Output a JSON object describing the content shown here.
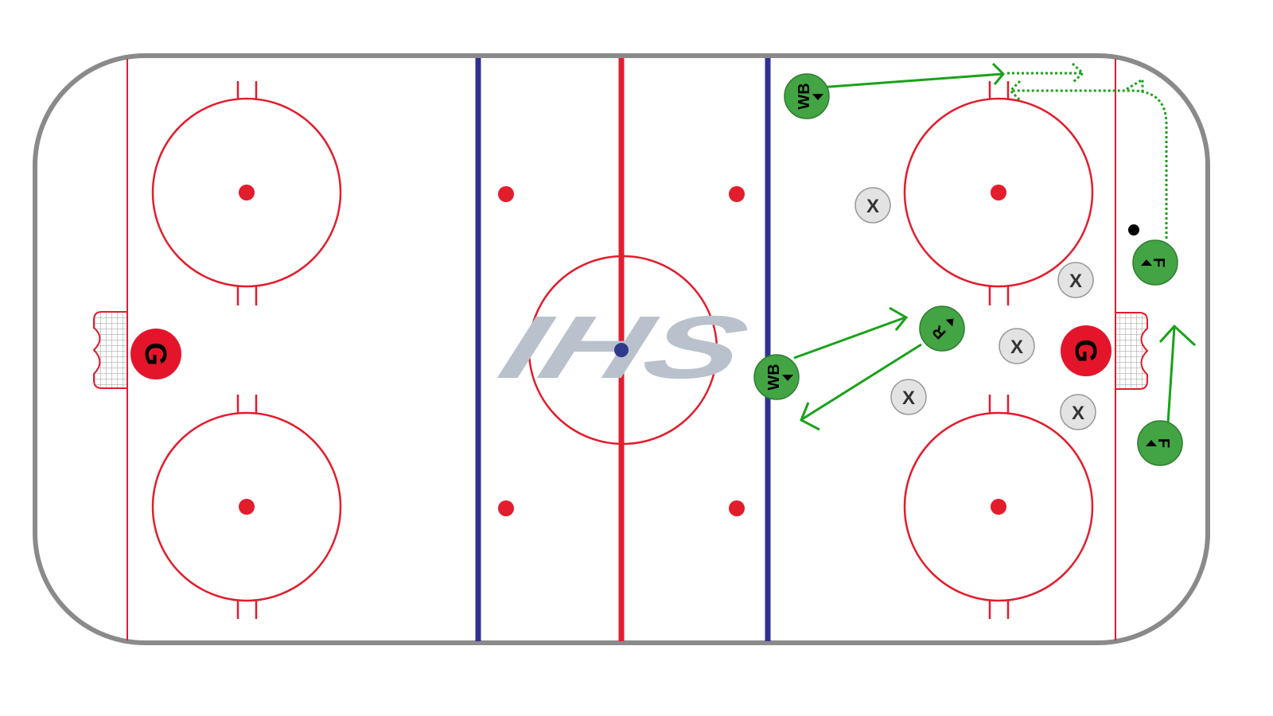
{
  "logo": {
    "text": "IHS",
    "color": "#b9c2cc"
  },
  "colors": {
    "boards": "#8a8a8a",
    "red_line": "#e21d2c",
    "blue_line": "#2e3192",
    "center_dot": "#2e3b8c",
    "player": "#43a443",
    "player_border": "#2e7d32",
    "goalie": "#e4152b",
    "opponent": "#e3e3e3",
    "opponent_border": "#9a9a9a",
    "arrow": "#1aa11a",
    "puck": "#000000"
  },
  "goalies": [
    {
      "id": "goalie-left",
      "label": "G"
    },
    {
      "id": "goalie-right",
      "label": "G"
    }
  ],
  "players": [
    {
      "id": "wb-top",
      "label": "WB"
    },
    {
      "id": "wb-mid",
      "label": "WB"
    },
    {
      "id": "r-player",
      "label": "R"
    },
    {
      "id": "f-top",
      "label": "F"
    },
    {
      "id": "f-bottom",
      "label": "F"
    }
  ],
  "opponents": [
    {
      "id": "x-1",
      "label": "X"
    },
    {
      "id": "x-2",
      "label": "X"
    },
    {
      "id": "x-3",
      "label": "X"
    },
    {
      "id": "x-4",
      "label": "X"
    },
    {
      "id": "x-5",
      "label": "X"
    }
  ]
}
